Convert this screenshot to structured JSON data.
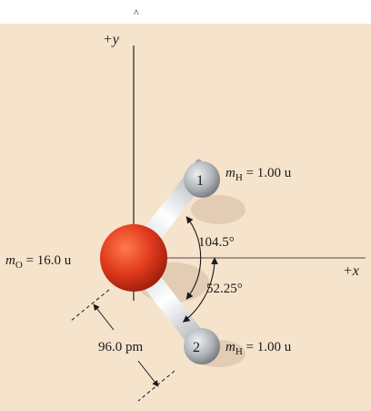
{
  "axes": {
    "y_label": "+y",
    "x_label": "+x"
  },
  "oxygen": {
    "mass_symbol": "m",
    "mass_subscript": "O",
    "mass_value": " = 16.0 u"
  },
  "hydrogen_1": {
    "number": "1",
    "mass_symbol": "m",
    "mass_subscript": "H",
    "mass_value": " = 1.00 u"
  },
  "hydrogen_2": {
    "number": "2",
    "mass_symbol": "m",
    "mass_subscript": "H",
    "mass_value": " = 1.00 u"
  },
  "angles": {
    "bond_angle": "104.5°",
    "half_angle": "52.25°"
  },
  "bond_length": "96.0 pm",
  "colors": {
    "background": "#f6e3cc",
    "oxygen": "#d8301c",
    "hydrogen": "#a9aeb3",
    "axis": "#222222",
    "x_axis": "#8a7a70"
  }
}
